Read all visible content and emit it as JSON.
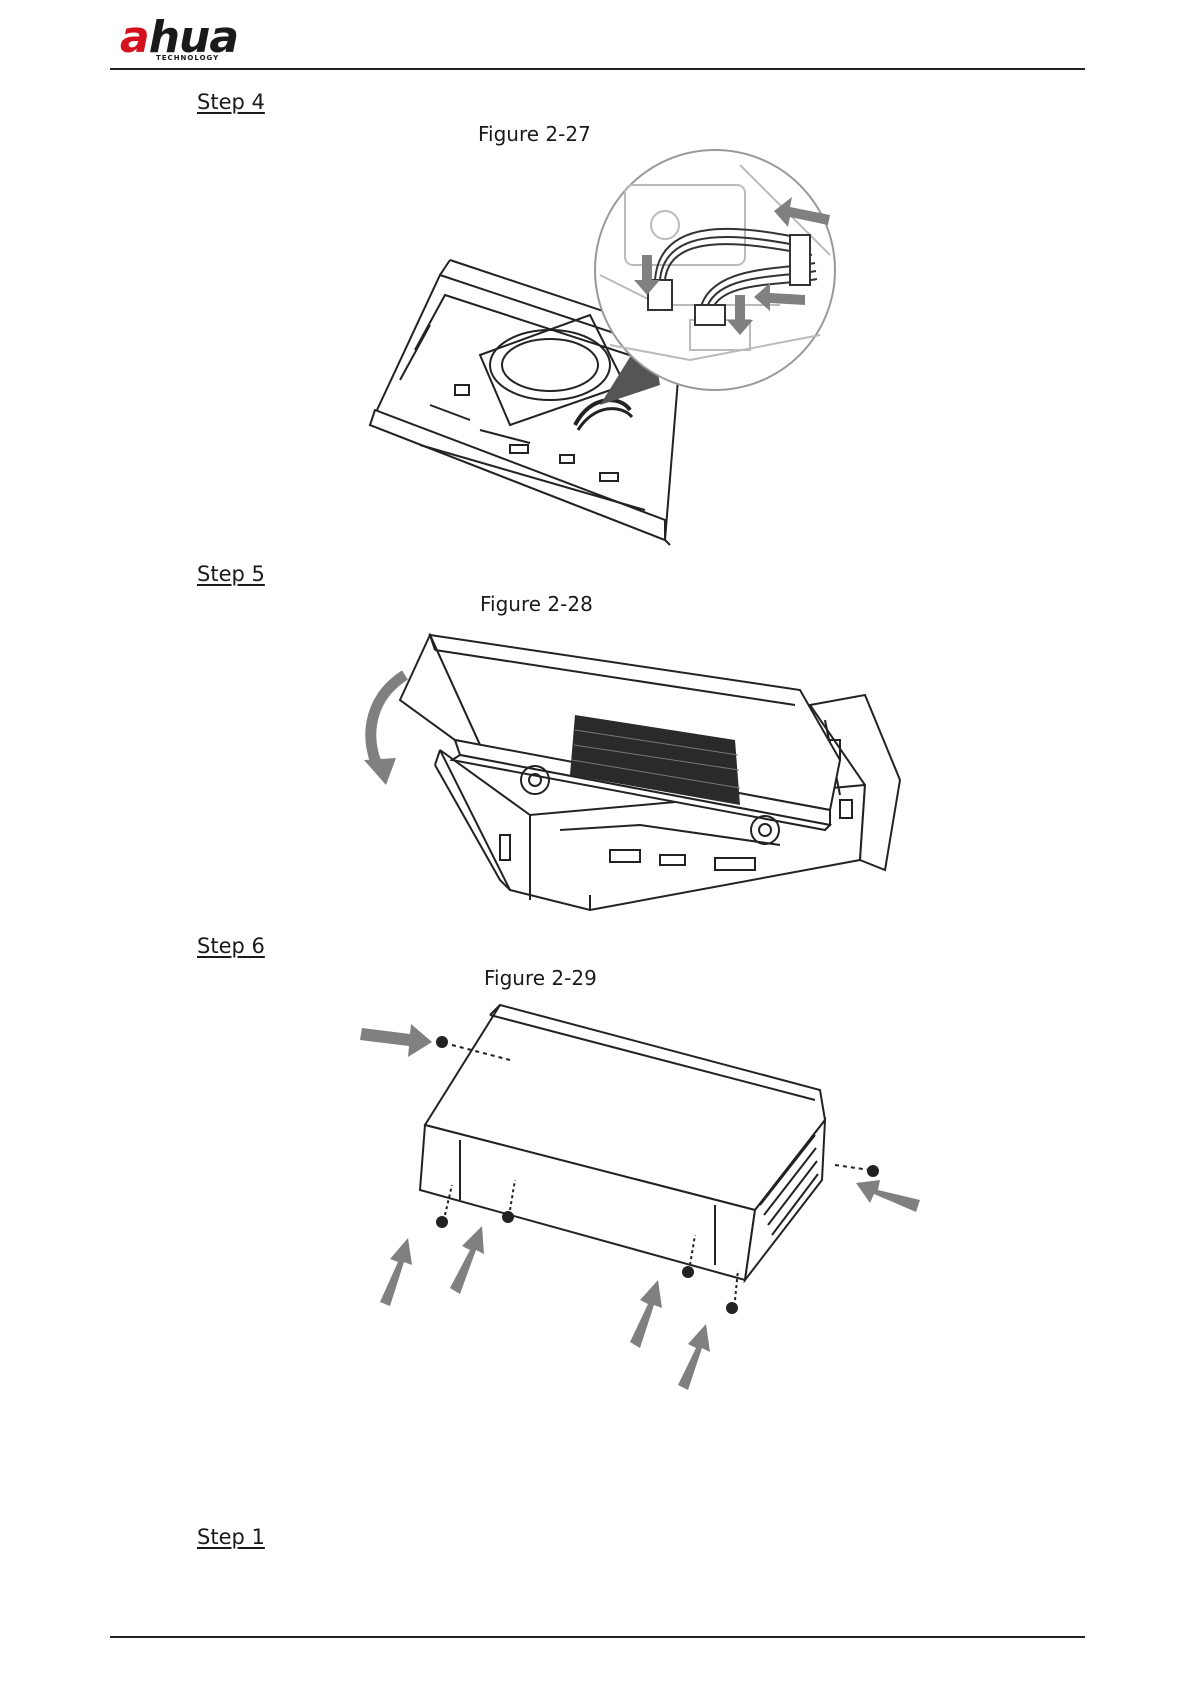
{
  "header": {
    "brand": {
      "lead": "a",
      "rest": "hua",
      "tagline": "TECHNOLOGY"
    }
  },
  "content": {
    "steps": [
      {
        "label": "Step 4",
        "figure": "Figure 2-27"
      },
      {
        "label": "Step 5",
        "figure": "Figure 2-28"
      },
      {
        "label": "Step 6",
        "figure": "Figure 2-29"
      },
      {
        "label": "Step 1"
      }
    ]
  },
  "colors": {
    "brand_red": "#d4111c",
    "line": "#222222",
    "arrow_gray": "#808080"
  },
  "icons": [
    "arrow-icon",
    "rotate-arrow-icon",
    "screw-icon"
  ]
}
